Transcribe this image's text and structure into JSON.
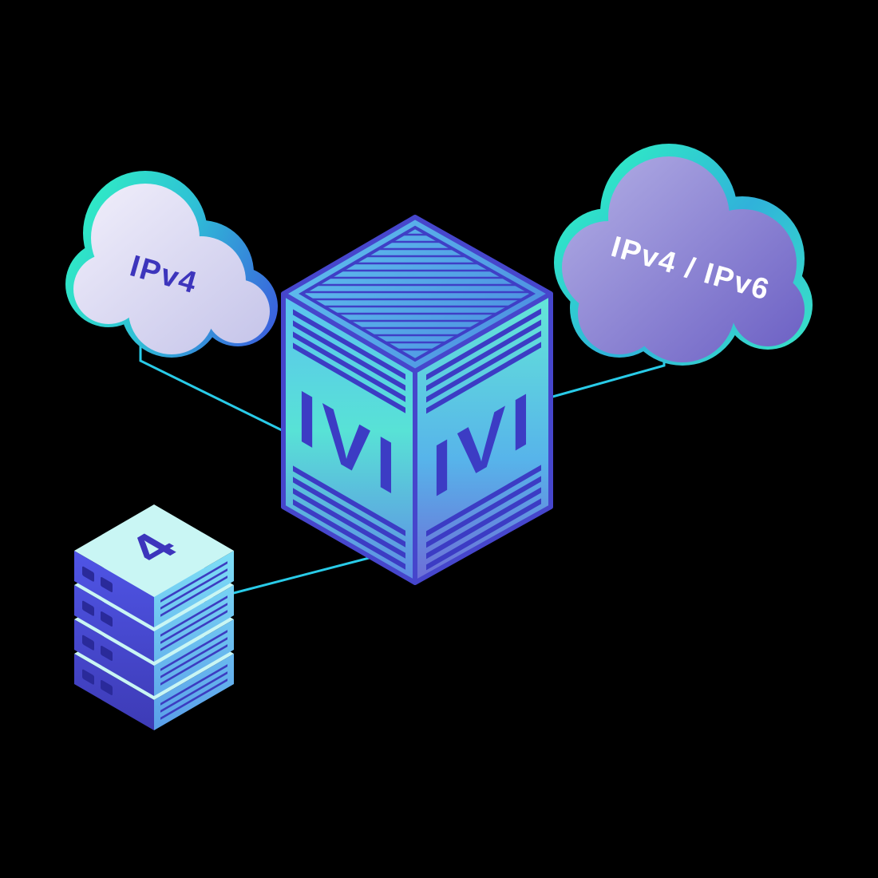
{
  "canvas": {
    "background": "#000000"
  },
  "colors": {
    "connector": "#29cbe8",
    "indigo": "#3d35bc",
    "stripe_indigo": "#3c3cc4",
    "white": "#ffffff",
    "mint": "#2fe9c6",
    "blue": "#3a62dd"
  },
  "left_cloud": {
    "label": "IPv4"
  },
  "right_cloud": {
    "label": "IPv4 / IPv6"
  },
  "translator_box": {
    "left_face_label": "IVI",
    "right_face_label": "IVI"
  },
  "server_stack": {
    "top_label": "4"
  }
}
